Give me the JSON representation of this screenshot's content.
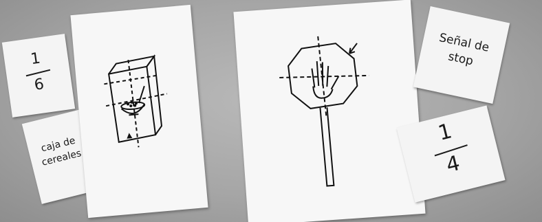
{
  "photo": {
    "description_style": "grayscale",
    "cards": {
      "fraction_sixth": {
        "numerator": "1",
        "denominator": "6"
      },
      "cereal_label": "caja de cereales",
      "stop_label": "Señal de stop",
      "fraction_quarter": {
        "numerator": "1",
        "denominator": "4"
      }
    },
    "drawings": {
      "cereal_box": "cereal-box-drawing",
      "stop_sign": "stop-sign-drawing"
    }
  }
}
